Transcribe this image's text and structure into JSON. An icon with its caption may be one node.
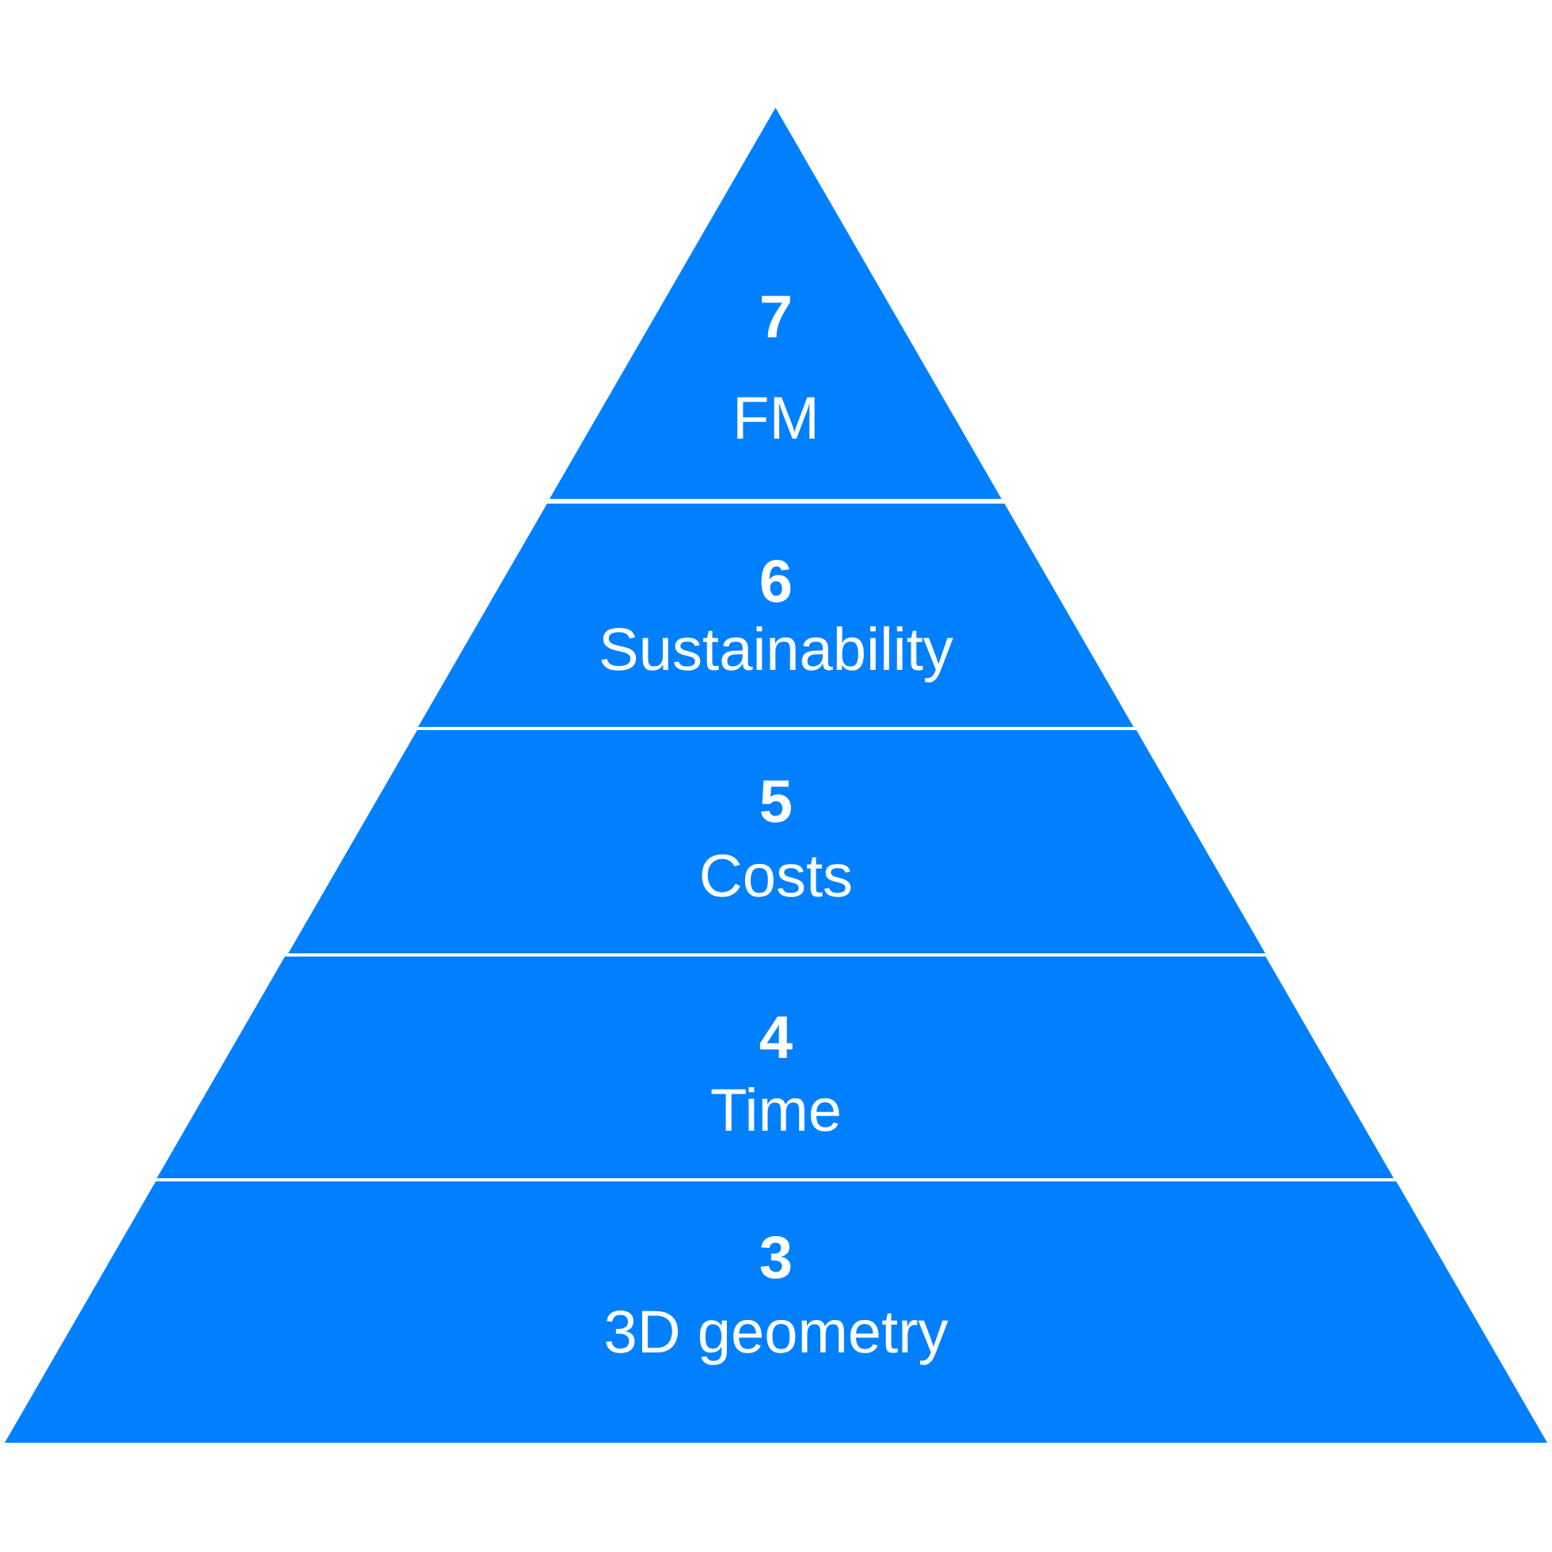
{
  "diagram": {
    "nodes": [
      {
        "text": [
          "7",
          "FM"
        ]
      },
      {
        "text": [
          "6",
          "Sustainability"
        ]
      },
      {
        "text": [
          "5",
          "Costs"
        ]
      },
      {
        "text": [
          "4",
          "Time"
        ]
      },
      {
        "text": [
          "3",
          "3D geometry"
        ]
      }
    ]
  }
}
